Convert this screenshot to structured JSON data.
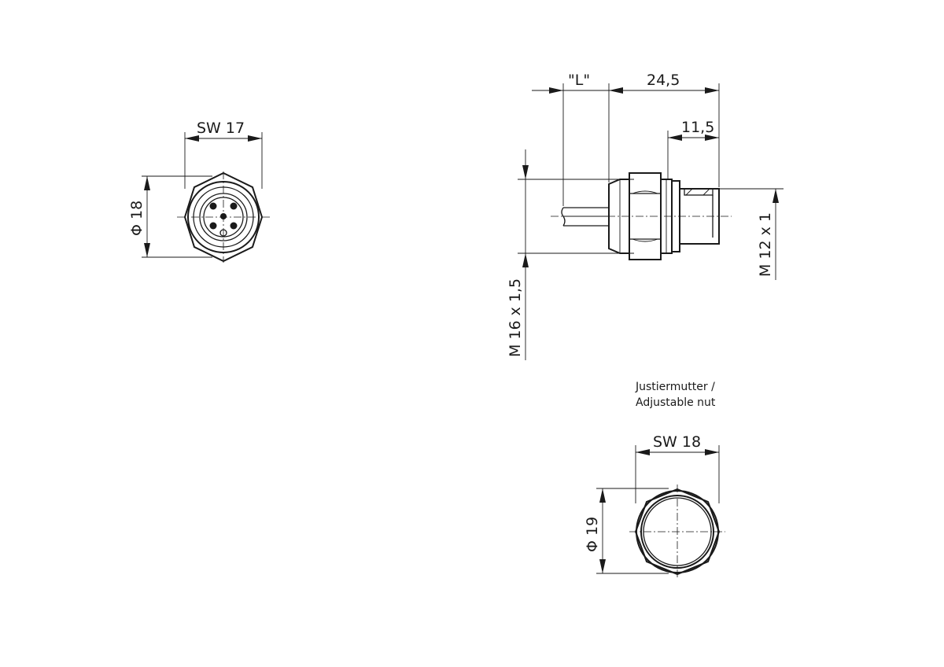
{
  "front_view": {
    "width_across_flats": "SW  17",
    "diameter": "Φ 18"
  },
  "side_view": {
    "cable_length": "\"L\"",
    "overall_length": "24,5",
    "socket_length": "11,5",
    "mounting_thread": "M 16  x 1,5",
    "socket_thread": "M 12  x 1"
  },
  "nut_view": {
    "note_line_1": "Justiermutter /",
    "note_line_2": "Adjustable nut",
    "width_across_flats": "SW  18",
    "diameter": "Φ 19"
  },
  "colors": {
    "line": "#1a1a1a",
    "background": "#ffffff"
  }
}
